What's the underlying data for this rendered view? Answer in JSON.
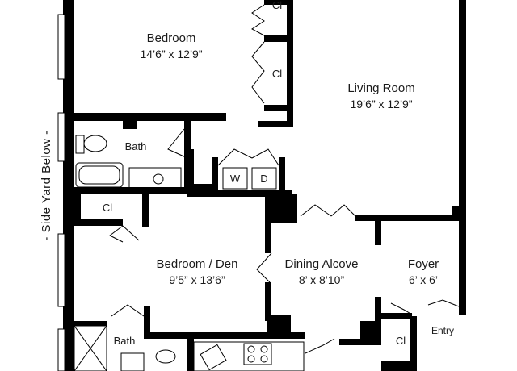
{
  "plan": {
    "side_label": "- Side Yard Below -",
    "rooms": {
      "bedroom1": {
        "name": "Bedroom",
        "dims": "14’6” x 12’9”"
      },
      "living": {
        "name": "Living Room",
        "dims": "19’6” x 12’9”"
      },
      "bedroom_den": {
        "name": "Bedroom / Den",
        "dims": "9’5” x 13’6”"
      },
      "dining": {
        "name": "Dining Alcove",
        "dims": "8’ x 8’10”"
      },
      "foyer": {
        "name": "Foyer",
        "dims": "6’ x 6’"
      }
    },
    "labels": {
      "closet_1": "Cl",
      "closet_2": "Cl",
      "closet_3": "Cl",
      "closet_4": "Cl",
      "bath_upper": "Bath",
      "bath_lower": "Bath",
      "washer": "W",
      "dryer": "D",
      "entry": "Entry"
    }
  }
}
